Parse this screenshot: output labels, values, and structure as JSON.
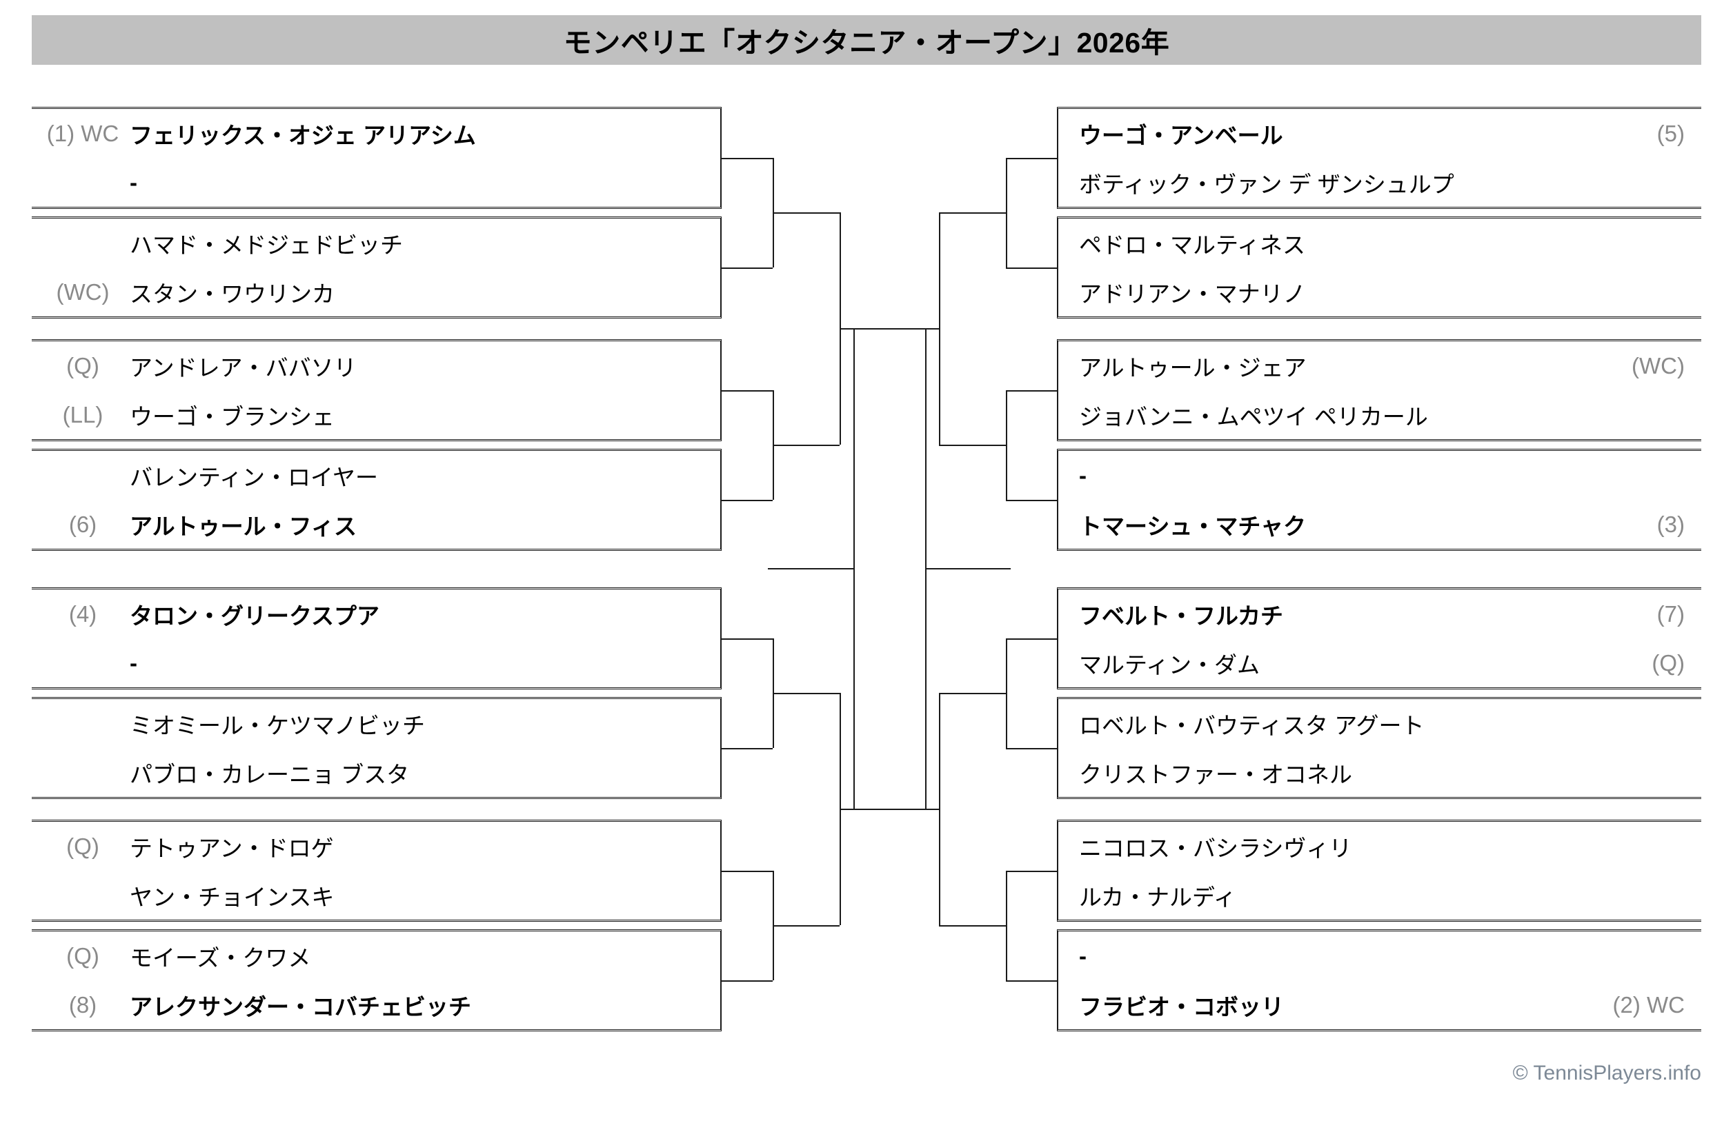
{
  "header": {
    "title": "モンペリエ「オクシタニア・オープン」2026年",
    "bar_color": "#c0c0c0"
  },
  "footer": {
    "copyright": "© TennisPlayers.info",
    "color": "#7d8996"
  },
  "style": {
    "seed_tag_color": "#8a8a8a",
    "line_color": "#1a1a1a",
    "name_color": "#000000"
  },
  "bracket": {
    "left": [
      {
        "id": "L1",
        "players": [
          {
            "tag": "(1) WC",
            "name": "フェリックス・オジェ アリアシム",
            "bold": true
          },
          {
            "tag": "",
            "name": "-",
            "bold": true
          }
        ]
      },
      {
        "id": "L2",
        "players": [
          {
            "tag": "",
            "name": "ハマド・メドジェドビッチ",
            "bold": false
          },
          {
            "tag": "(WC)",
            "name": "スタン・ワウリンカ",
            "bold": false
          }
        ]
      },
      {
        "id": "L3",
        "players": [
          {
            "tag": "(Q)",
            "name": "アンドレア・ババソリ",
            "bold": false
          },
          {
            "tag": "(LL)",
            "name": "ウーゴ・ブランシェ",
            "bold": false
          }
        ]
      },
      {
        "id": "L4",
        "players": [
          {
            "tag": "",
            "name": "バレンティン・ロイヤー",
            "bold": false
          },
          {
            "tag": "(6)",
            "name": "アルトゥール・フィス",
            "bold": true
          }
        ]
      },
      {
        "id": "L5",
        "players": [
          {
            "tag": "(4)",
            "name": "タロン・グリークスプア",
            "bold": true
          },
          {
            "tag": "",
            "name": "-",
            "bold": true
          }
        ]
      },
      {
        "id": "L6",
        "players": [
          {
            "tag": "",
            "name": "ミオミール・ケツマノビッチ",
            "bold": false
          },
          {
            "tag": "",
            "name": "パブロ・カレーニョ ブスタ",
            "bold": false
          }
        ]
      },
      {
        "id": "L7",
        "players": [
          {
            "tag": "(Q)",
            "name": "テトゥアン・ドロゲ",
            "bold": false
          },
          {
            "tag": "",
            "name": "ヤン・チョインスキ",
            "bold": false
          }
        ]
      },
      {
        "id": "L8",
        "players": [
          {
            "tag": "(Q)",
            "name": "モイーズ・クワメ",
            "bold": false
          },
          {
            "tag": "(8)",
            "name": "アレクサンダー・コバチェビッチ",
            "bold": true
          }
        ]
      }
    ],
    "right": [
      {
        "id": "R1",
        "players": [
          {
            "name": "ウーゴ・アンベール",
            "tag": "(5)",
            "bold": true
          },
          {
            "name": "ボティック・ヴァン デ ザンシュルプ",
            "tag": "",
            "bold": false
          }
        ]
      },
      {
        "id": "R2",
        "players": [
          {
            "name": "ペドロ・マルティネス",
            "tag": "",
            "bold": false
          },
          {
            "name": "アドリアン・マナリノ",
            "tag": "",
            "bold": false
          }
        ]
      },
      {
        "id": "R3",
        "players": [
          {
            "name": "アルトゥール・ジェア",
            "tag": "(WC)",
            "bold": false
          },
          {
            "name": "ジョバンニ・ムペツイ ペリカール",
            "tag": "",
            "bold": false
          }
        ]
      },
      {
        "id": "R4",
        "players": [
          {
            "name": "-",
            "tag": "",
            "bold": true
          },
          {
            "name": "トマーシュ・マチャク",
            "tag": "(3)",
            "bold": true
          }
        ]
      },
      {
        "id": "R5",
        "players": [
          {
            "name": "フベルト・フルカチ",
            "tag": "(7)",
            "bold": true
          },
          {
            "name": "マルティン・ダム",
            "tag": "(Q)",
            "bold": false
          }
        ]
      },
      {
        "id": "R6",
        "players": [
          {
            "name": "ロベルト・バウティスタ アグート",
            "tag": "",
            "bold": false
          },
          {
            "name": "クリストファー・オコネル",
            "tag": "",
            "bold": false
          }
        ]
      },
      {
        "id": "R7",
        "players": [
          {
            "name": "ニコロス・バシラシヴィリ",
            "tag": "",
            "bold": false
          },
          {
            "name": "ルカ・ナルディ",
            "tag": "",
            "bold": false
          }
        ]
      },
      {
        "id": "R8",
        "players": [
          {
            "name": "-",
            "tag": "",
            "bold": true
          },
          {
            "name": "フラビオ・コボッリ",
            "tag": "(2) WC",
            "bold": true
          }
        ]
      }
    ]
  }
}
